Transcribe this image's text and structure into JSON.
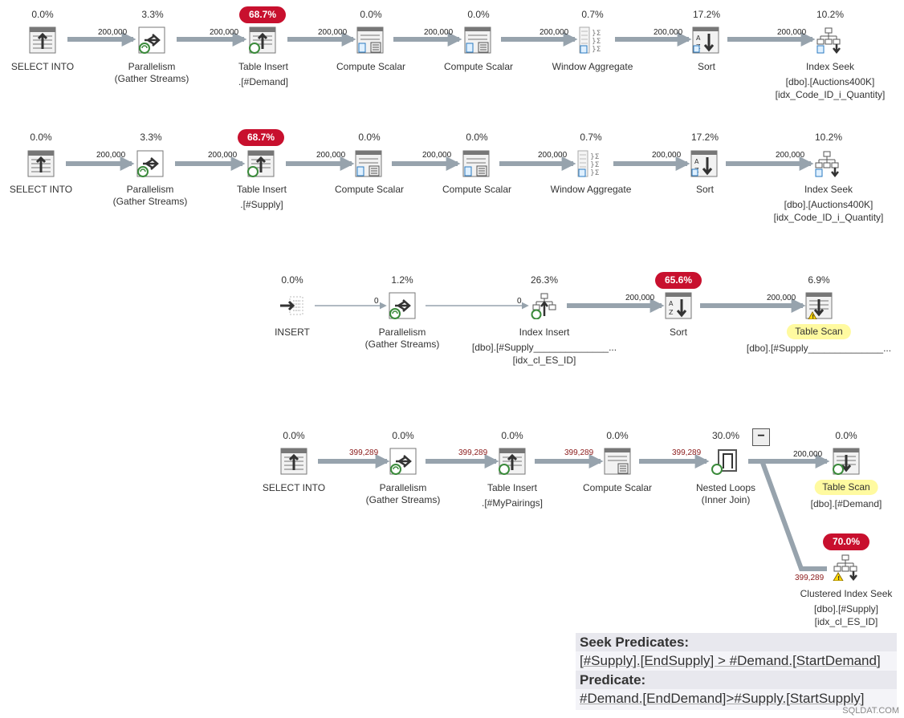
{
  "plans": {
    "p1": {
      "select_into": {
        "cost": "0.0%",
        "name": "SELECT INTO"
      },
      "parallelism": {
        "cost": "3.3%",
        "name": "Parallelism",
        "sub": "(Gather Streams)"
      },
      "table_insert": {
        "cost": "68.7%",
        "name": "Table Insert",
        "obj": ".[#Demand]"
      },
      "compute1": {
        "cost": "0.0%",
        "name": "Compute Scalar"
      },
      "compute2": {
        "cost": "0.0%",
        "name": "Compute Scalar"
      },
      "window_agg": {
        "cost": "0.7%",
        "name": "Window Aggregate"
      },
      "sort": {
        "cost": "17.2%",
        "name": "Sort"
      },
      "index_seek": {
        "cost": "10.2%",
        "name": "Index Seek",
        "obj": "[dbo].[Auctions400K]",
        "obj2": "[idx_Code_ID_i_Quantity]"
      },
      "rows": [
        "200,000",
        "200,000",
        "200,000",
        "200,000",
        "200,000",
        "200,000",
        "200,000"
      ]
    },
    "p2": {
      "select_into": {
        "cost": "0.0%",
        "name": "SELECT INTO"
      },
      "parallelism": {
        "cost": "3.3%",
        "name": "Parallelism",
        "sub": "(Gather Streams)"
      },
      "table_insert": {
        "cost": "68.7%",
        "name": "Table Insert",
        "obj": ".[#Supply]"
      },
      "compute1": {
        "cost": "0.0%",
        "name": "Compute Scalar"
      },
      "compute2": {
        "cost": "0.0%",
        "name": "Compute Scalar"
      },
      "window_agg": {
        "cost": "0.7%",
        "name": "Window Aggregate"
      },
      "sort": {
        "cost": "17.2%",
        "name": "Sort"
      },
      "index_seek": {
        "cost": "10.2%",
        "name": "Index Seek",
        "obj": "[dbo].[Auctions400K]",
        "obj2": "[idx_Code_ID_i_Quantity]"
      },
      "rows": [
        "200,000",
        "200,000",
        "200,000",
        "200,000",
        "200,000",
        "200,000",
        "200,000"
      ]
    },
    "p3": {
      "insert": {
        "cost": "0.0%",
        "name": "INSERT"
      },
      "parallelism": {
        "cost": "1.2%",
        "name": "Parallelism",
        "sub": "(Gather Streams)"
      },
      "index_insert": {
        "cost": "26.3%",
        "name": "Index Insert",
        "obj": "[dbo].[#Supply______________...",
        "obj2": "[idx_cl_ES_ID]"
      },
      "sort": {
        "cost": "65.6%",
        "name": "Sort"
      },
      "table_scan": {
        "cost": "6.9%",
        "name": "Table Scan",
        "obj": "[dbo].[#Supply______________..."
      },
      "rows": [
        "0",
        "0",
        "200,000",
        "200,000"
      ]
    },
    "p4": {
      "select_into": {
        "cost": "0.0%",
        "name": "SELECT INTO"
      },
      "parallelism": {
        "cost": "0.0%",
        "name": "Parallelism",
        "sub": "(Gather Streams)"
      },
      "table_insert": {
        "cost": "0.0%",
        "name": "Table Insert",
        "obj": ".[#MyPairings]"
      },
      "compute": {
        "cost": "0.0%",
        "name": "Compute Scalar"
      },
      "nested_loops": {
        "cost": "30.0%",
        "name": "Nested Loops",
        "sub": "(Inner Join)"
      },
      "table_scan": {
        "cost": "0.0%",
        "name": "Table Scan",
        "obj": "[dbo].[#Demand]"
      },
      "clustered_seek": {
        "cost": "70.0%",
        "name": "Clustered Index Seek",
        "obj": "[dbo].[#Supply]",
        "obj2": "[idx_cl_ES_ID]"
      },
      "rows": [
        "399,289",
        "399,289",
        "399,289",
        "399,289",
        "200,000",
        "399,289"
      ],
      "collapse": "−"
    }
  },
  "tooltip": {
    "seek_title": "Seek Predicates:",
    "seek_value": "[#Supply].[EndSupply] > #Demand.[StartDemand]",
    "pred_title": "Predicate:",
    "pred_value": "#Demand.[EndDemand]>#Supply.[StartSupply]"
  },
  "watermark": "SQLDAT.COM"
}
